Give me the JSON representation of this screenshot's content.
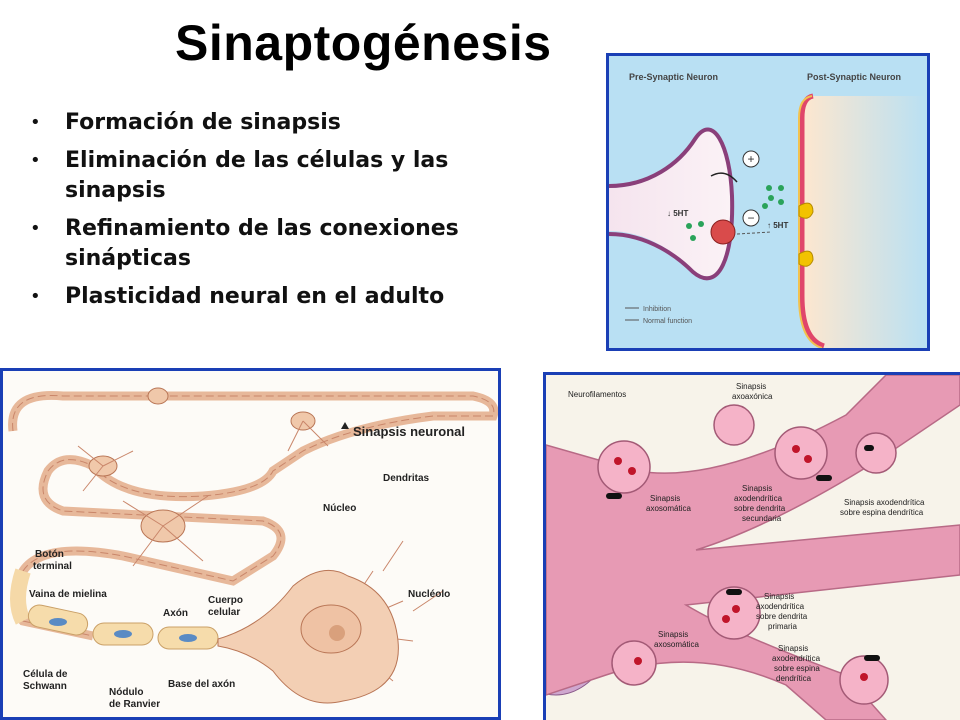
{
  "title": "Sinaptogénesis",
  "bullets": [
    "Formación de sinapsis",
    "Eliminación de las células y las sinapsis",
    "Refinamiento de las conexiones sinápticas",
    "Plasticidad neural en el adulto"
  ],
  "bullet_glyph": "•",
  "synapse_figure": {
    "pre_label": "Pre-Synaptic Neuron",
    "post_label": "Post-Synaptic Neuron",
    "down_5ht": "↓ 5HT",
    "up_5ht": "↑ 5HT",
    "plus": "+",
    "minus": "−",
    "legend_inhibition": "Inhibition",
    "legend_normal": "Normal function"
  },
  "neuron_figure": {
    "sinapsis_neuronal": "Sinapsis neuronal",
    "dendritas": "Dendritas",
    "nucleo": "Núcleo",
    "boton_1": "Botón",
    "boton_2": "terminal",
    "vaina": "Vaina de mielina",
    "axon": "Axón",
    "cuerpo_1": "Cuerpo",
    "cuerpo_2": "celular",
    "nucleolo": "Nucléolo",
    "celula_1": "Célula de",
    "celula_2": "Schwann",
    "nodulo_1": "Nódulo",
    "nodulo_2": "de Ranvier",
    "base_axon": "Base del axón"
  },
  "synapse_types_figure": {
    "neurofilamentos": "Neurofilamentos",
    "axoaxonica_1": "Sinapsis",
    "axoaxonica_2": "axoaxónica",
    "axosom1_1": "Sinapsis",
    "axosom1_2": "axosomática",
    "axosec_1": "Sinapsis",
    "axosec_2": "axodendrítica",
    "axosec_3": "sobre dendrita",
    "axosec_4": "secundaria",
    "espina1_1": "Sinapsis axodendrítica",
    "espina1_2": "sobre espina dendrítica",
    "axoprim_1": "Sinapsis",
    "axoprim_2": "axodendrítica",
    "axoprim_3": "sobre dendrita",
    "axoprim_4": "primaria",
    "axosom2_1": "Sinapsis",
    "axosom2_2": "axosomática",
    "espina2_1": "Sinapsis",
    "espina2_2": "axodendrítica",
    "espina2_3": "sobre espina",
    "espina2_4": "dendrítica"
  }
}
